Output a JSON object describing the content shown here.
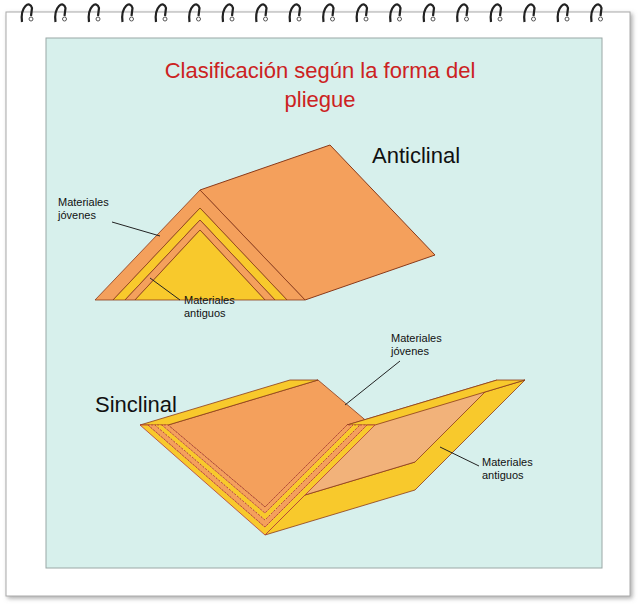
{
  "diagram": {
    "title": "Clasificación según la forma del pliegue",
    "labels": [
      "Anticlinal",
      "Materiales jóvenes",
      "Materiales antiguos",
      "Sinclinal",
      "Materiales jóvenes",
      "Materiales antiguos"
    ]
  }
}
